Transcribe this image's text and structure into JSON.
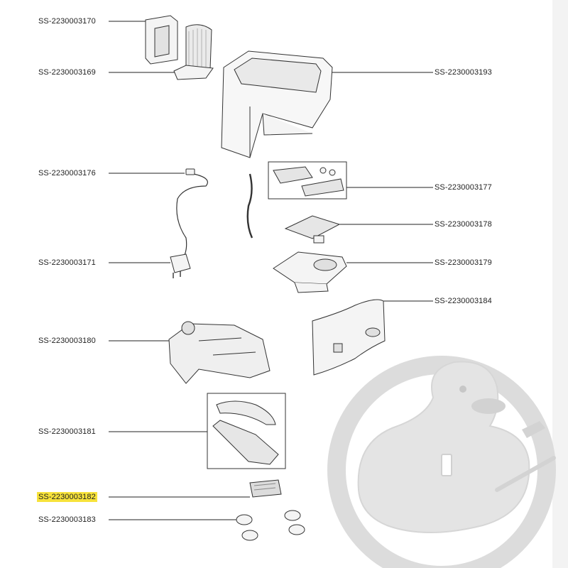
{
  "diagram": {
    "highlight_color": "#f7e23a",
    "line_color": "#222222",
    "watermark_color": "#d9d9d9",
    "parts": [
      {
        "id": "p3170",
        "label": "SS-2230003170"
      },
      {
        "id": "p3169",
        "label": "SS-2230003169"
      },
      {
        "id": "p3193",
        "label": "SS-2230003193"
      },
      {
        "id": "p3176",
        "label": "SS-2230003176"
      },
      {
        "id": "p3177",
        "label": "SS-2230003177"
      },
      {
        "id": "p3178",
        "label": "SS-2230003178"
      },
      {
        "id": "p3171",
        "label": "SS-2230003171"
      },
      {
        "id": "p3179",
        "label": "SS-2230003179"
      },
      {
        "id": "p3184",
        "label": "SS-2230003184"
      },
      {
        "id": "p3180",
        "label": "SS-2230003180"
      },
      {
        "id": "p3181",
        "label": "SS-2230003181"
      },
      {
        "id": "p3182",
        "label": "SS-2230003182",
        "highlighted": true
      },
      {
        "id": "p3183",
        "label": "SS-2230003183"
      }
    ]
  }
}
